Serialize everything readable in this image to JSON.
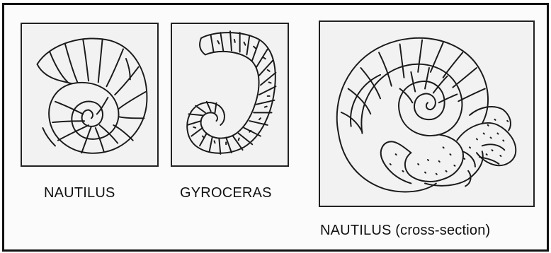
{
  "figures": [
    {
      "id": "nautilus",
      "caption": "NAUTILUS",
      "icon": "nautilus-shell-drawing"
    },
    {
      "id": "gyroceras",
      "caption": "GYROCERAS",
      "icon": "gyroceras-shell-drawing"
    },
    {
      "id": "nautilus-cross-section",
      "caption": "NAUTILUS (cross-section)",
      "icon": "nautilus-cross-section-drawing"
    }
  ],
  "colors": {
    "ink": "#111111",
    "panel_background": "#f2f2f2",
    "page_background": "#fbfbfb"
  }
}
